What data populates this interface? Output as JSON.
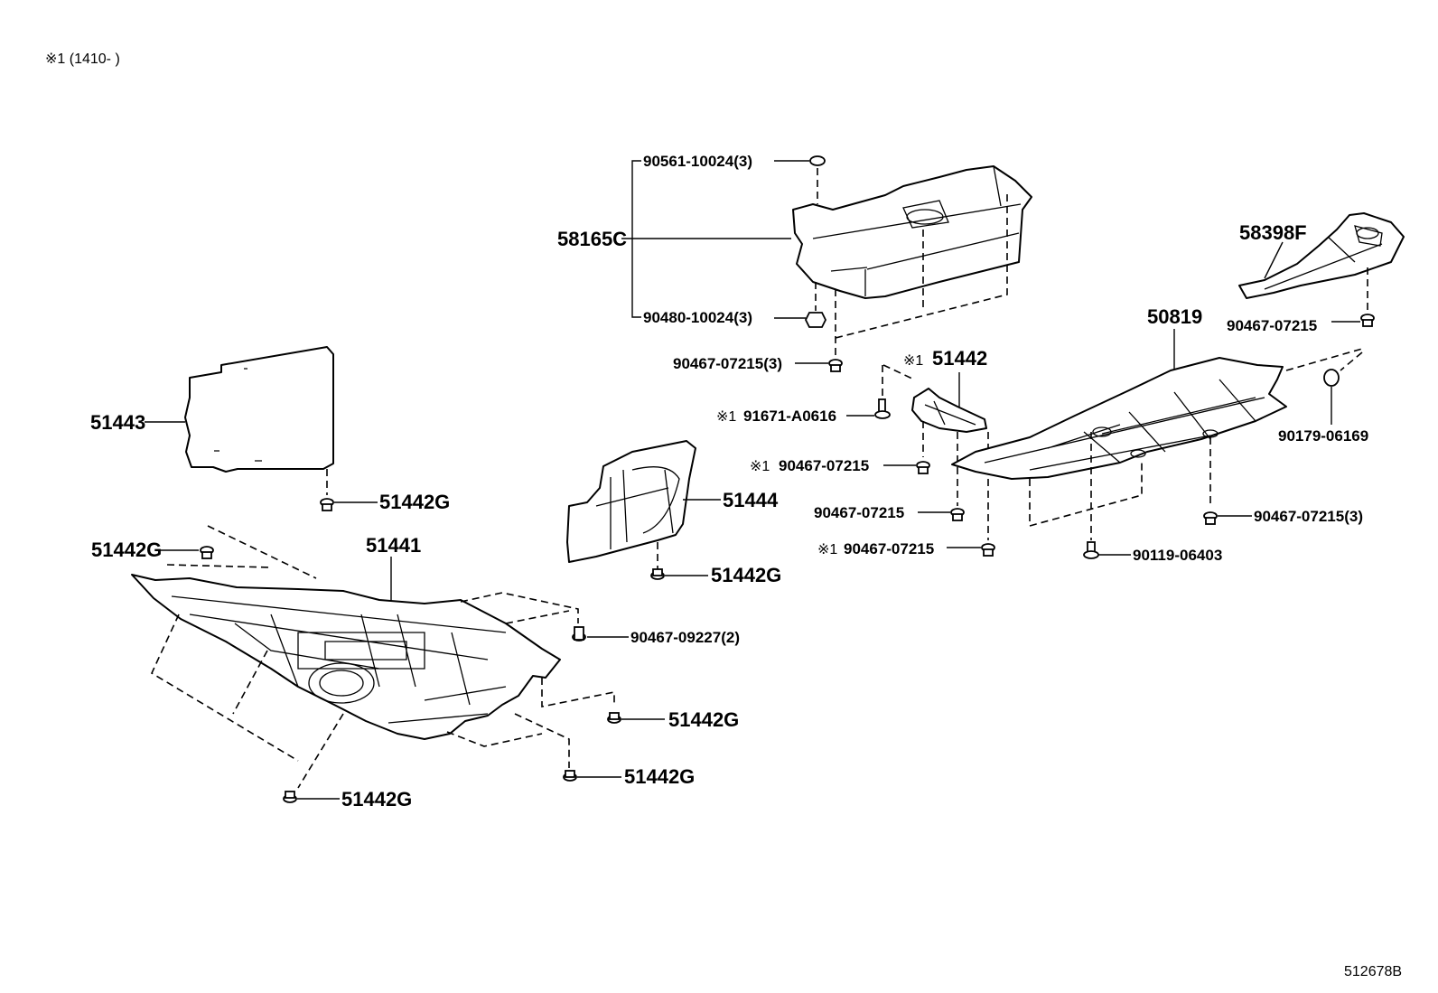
{
  "header": {
    "note": "※1 (1410-      )"
  },
  "footer": {
    "diagram_id": "512678B"
  },
  "labels": {
    "p51443": "51443",
    "p51442G_a": "51442G",
    "p51442G_b": "51442G",
    "p51442G_c": "51442G",
    "p51442G_d": "51442G",
    "p51442G_e": "51442G",
    "p51442G_f": "51442G",
    "p51441": "51441",
    "p51444": "51444",
    "p90467_09227": "90467-09227(2)",
    "p58165C": "58165C",
    "p90561_10024": "90561-10024(3)",
    "p90480_10024": "90480-10024(3)",
    "p90467_07215_3a": "90467-07215(3)",
    "p51442": "51442",
    "p91671_A0616": "91671-A0616",
    "p90467_07215_x1a": "90467-07215",
    "p90467_07215_b": "90467-07215",
    "p90467_07215_x1b": "90467-07215",
    "p50819": "50819",
    "p90179_06169": "90179-06169",
    "p90467_07215_3b": "90467-07215(3)",
    "p90119_06403": "90119-06403",
    "p58398F": "58398F",
    "p90467_07215_c": "90467-07215",
    "mark1": "※1",
    "mark2": "※1",
    "mark3": "※1",
    "mark4": "※1"
  }
}
